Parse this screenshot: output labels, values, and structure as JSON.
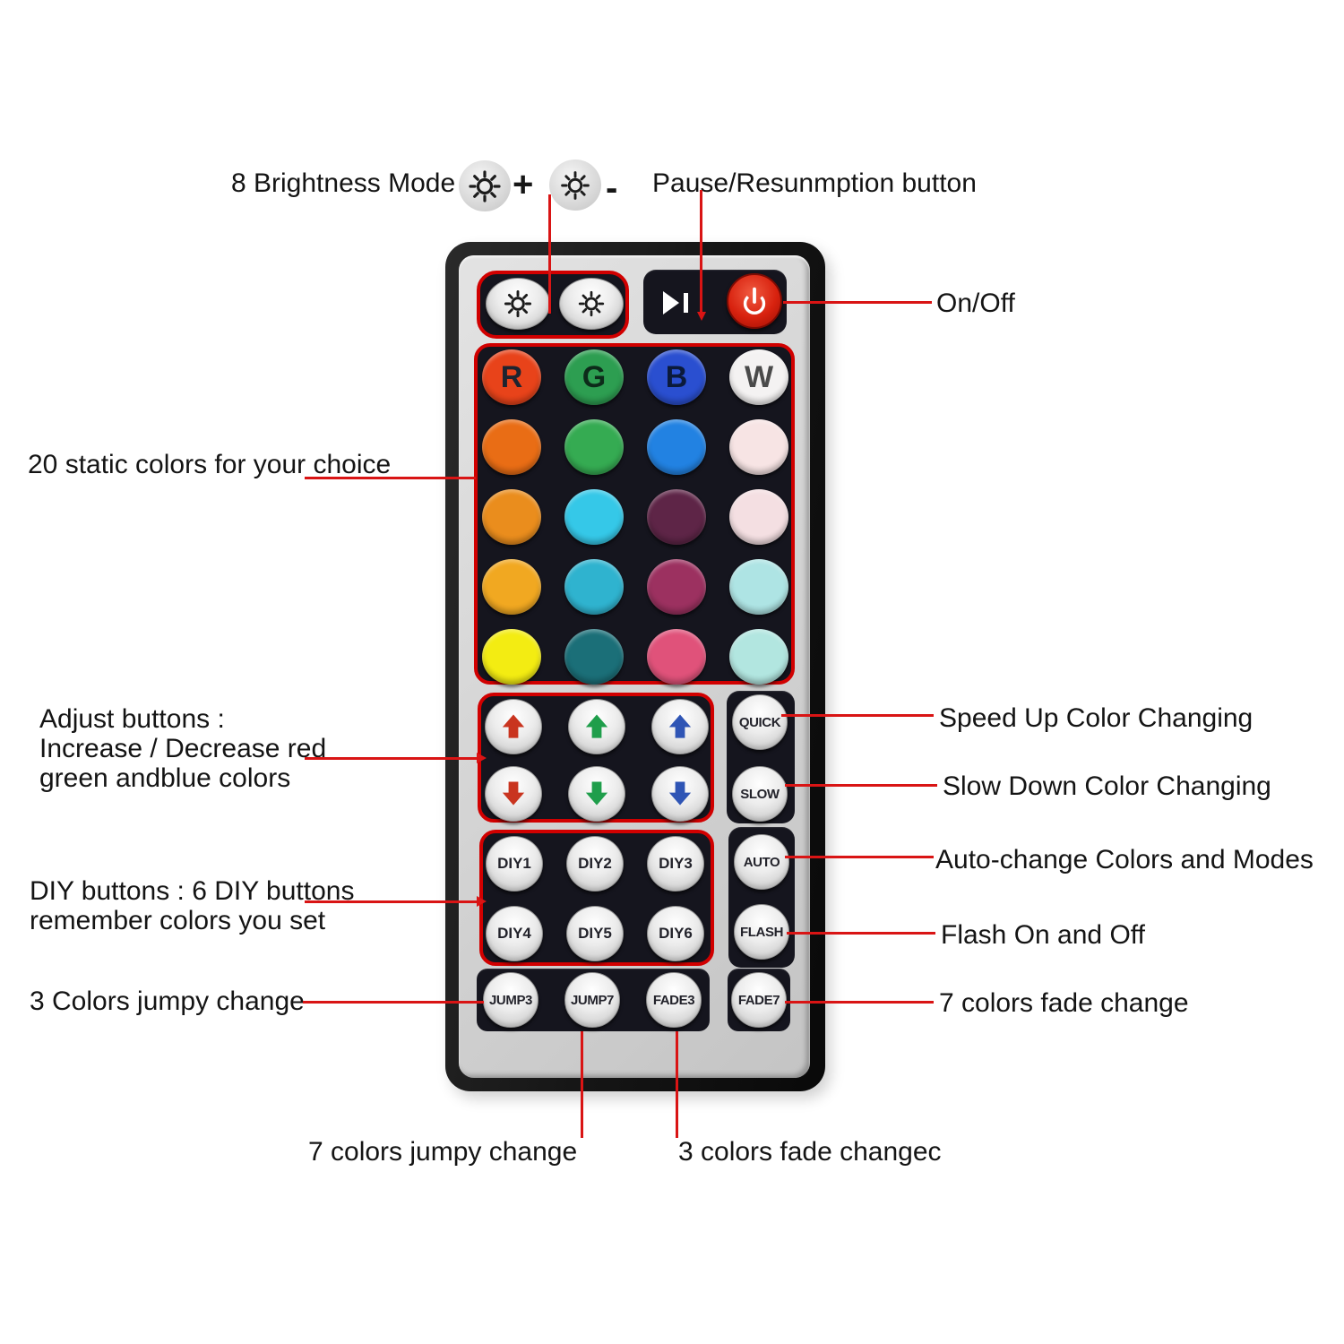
{
  "annotations": {
    "brightness_label": "8 Brightness Mode",
    "brightness_plus": "+",
    "brightness_minus": "-",
    "pause_label": "Pause/Resunmption button",
    "on_off_label": "On/Off",
    "static_colors_label": "20 static colors for your choice",
    "adjust_line1": "Adjust buttons :",
    "adjust_line2": "Increase / Decrease red",
    "adjust_line3": "green andblue colors",
    "diy_line1": "DIY buttons : 6 DIY buttons",
    "diy_line2": "remember colors you set",
    "jump3_label": "3 Colors jumpy change",
    "speed_up_label": "Speed Up Color Changing",
    "slow_down_label": "Slow Down Color Changing",
    "auto_label": "Auto-change Colors and Modes",
    "flash_label": "Flash On and Off",
    "fade7_label": "7 colors fade change",
    "jump7_label": "7 colors jumpy change",
    "fade3_label": "3 colors fade changec"
  },
  "remote": {
    "color_grid_rows": [
      [
        {
          "label": "R",
          "color": "#e8431a",
          "text": "#1d2430"
        },
        {
          "label": "G",
          "color": "#2d9e51",
          "text": "#0d2b1a"
        },
        {
          "label": "B",
          "color": "#2a4fd0",
          "text": "#0b1a3a"
        },
        {
          "label": "W",
          "color": "#f4f2f2",
          "text": "#4a4a4a"
        }
      ],
      [
        {
          "label": "",
          "color": "#e96d15",
          "text": ""
        },
        {
          "label": "",
          "color": "#35ab52",
          "text": ""
        },
        {
          "label": "",
          "color": "#2282e2",
          "text": ""
        },
        {
          "label": "",
          "color": "#f7e4e4",
          "text": ""
        }
      ],
      [
        {
          "label": "",
          "color": "#ea8d1d",
          "text": ""
        },
        {
          "label": "",
          "color": "#35c8e8",
          "text": ""
        },
        {
          "label": "",
          "color": "#5e2547",
          "text": ""
        },
        {
          "label": "",
          "color": "#f4dfe2",
          "text": ""
        }
      ],
      [
        {
          "label": "",
          "color": "#f1a821",
          "text": ""
        },
        {
          "label": "",
          "color": "#2fb3cf",
          "text": ""
        },
        {
          "label": "",
          "color": "#9c3160",
          "text": ""
        },
        {
          "label": "",
          "color": "#aee4e4",
          "text": ""
        }
      ],
      [
        {
          "label": "",
          "color": "#f3ec12",
          "text": ""
        },
        {
          "label": "",
          "color": "#1b6f78",
          "text": ""
        },
        {
          "label": "",
          "color": "#e0527a",
          "text": ""
        },
        {
          "label": "",
          "color": "#b2e6e0",
          "text": ""
        }
      ]
    ],
    "arrow_buttons": [
      {
        "dir": "up",
        "color": "#c9341f",
        "name": "red-up"
      },
      {
        "dir": "up",
        "color": "#1f9e4b",
        "name": "green-up"
      },
      {
        "dir": "up",
        "color": "#2f55b5",
        "name": "blue-up"
      },
      {
        "dir": "down",
        "color": "#c9341f",
        "name": "red-down"
      },
      {
        "dir": "down",
        "color": "#1f9e4b",
        "name": "green-down"
      },
      {
        "dir": "down",
        "color": "#2f55b5",
        "name": "blue-down"
      }
    ],
    "speed_buttons": [
      "QUICK",
      "SLOW"
    ],
    "diy_buttons": [
      "DIY1",
      "DIY2",
      "DIY3",
      "DIY4",
      "DIY5",
      "DIY6"
    ],
    "mode_buttons": [
      "AUTO",
      "FLASH"
    ],
    "bottom_buttons": [
      "JUMP3",
      "JUMP7",
      "FADE3",
      "FADE7"
    ]
  },
  "colors": {
    "annotation_red": "#d91414",
    "outline_red": "#d10000",
    "panel_black": "#15151e",
    "body_black": "#151515",
    "face_silver": "#d2d2d2",
    "power_red": "#d8220f"
  }
}
